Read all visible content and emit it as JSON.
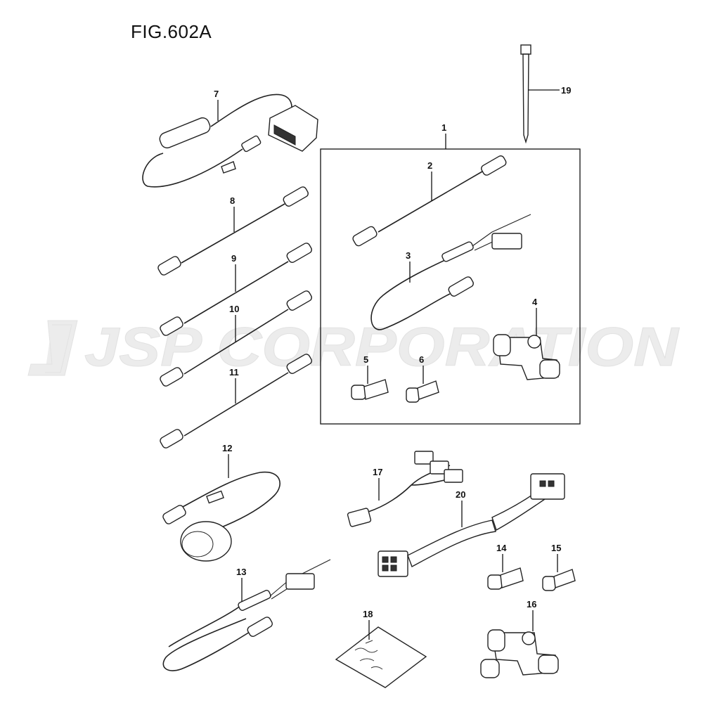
{
  "figure": {
    "title": "FIG.602A"
  },
  "watermark": {
    "text": "JSP CORPORATION"
  },
  "callouts": {
    "p1": "1",
    "p2": "2",
    "p3": "3",
    "p4": "4",
    "p5": "5",
    "p6": "6",
    "p7": "7",
    "p8": "8",
    "p9": "9",
    "p10": "10",
    "p11": "11",
    "p12": "12",
    "p13": "13",
    "p14": "14",
    "p15": "15",
    "p16": "16",
    "p17": "17",
    "p18": "18",
    "p19": "19",
    "p20": "20"
  },
  "icons": {
    "drop-cable": "cable-with-connectors-icon",
    "t-connector": "t-connector-icon",
    "terminator": "terminator-plug-icon",
    "power-cable": "power-cable-with-fuse-icon",
    "transducer": "puck-antenna-icon",
    "harness": "wire-harness-icon",
    "hardware-bag": "parts-bag-icon",
    "cable-tie": "cable-tie-icon"
  }
}
